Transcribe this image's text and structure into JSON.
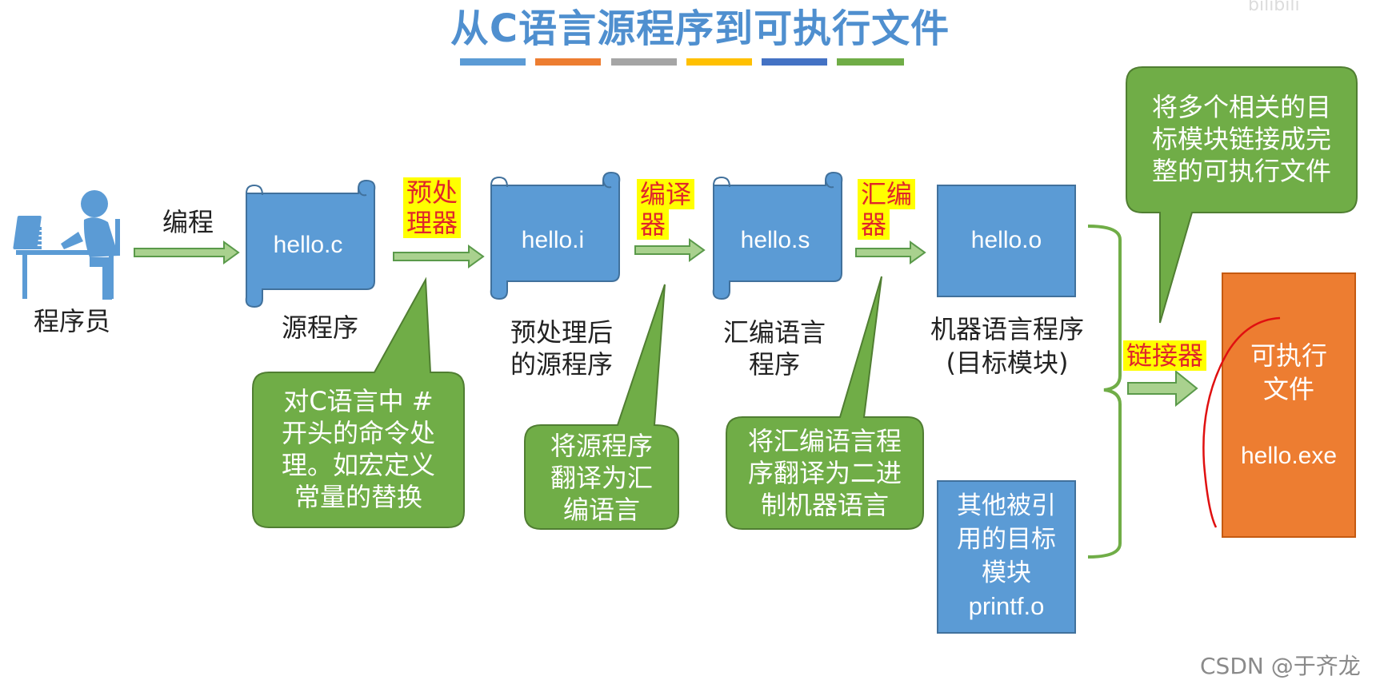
{
  "title": "从C语言源程序到可执行文件",
  "color_bar": [
    "#5b9bd5",
    "#ed7d31",
    "#a5a5a5",
    "#ffc000",
    "#4472c4",
    "#70ad47"
  ],
  "programmer": {
    "label": "程序员",
    "arrow_label": "编程"
  },
  "stages": [
    {
      "file": "hello.c",
      "caption": "源程序"
    },
    {
      "file": "hello.i",
      "caption_line1": "预处理后",
      "caption_line2": "的源程序"
    },
    {
      "file": "hello.s",
      "caption_line1": "汇编语言",
      "caption_line2": "程序"
    },
    {
      "file": "hello.o",
      "caption_line1": "机器语言程序",
      "caption_line2": "(目标模块)"
    }
  ],
  "tools": {
    "preprocessor_line1": "预处",
    "preprocessor_line2": "理器",
    "compiler_line1": "编译",
    "compiler_line2": "器",
    "assembler_line1": "汇编",
    "assembler_line2": "器",
    "linker": "链接器"
  },
  "callouts": {
    "preprocess": [
      "对C语言中 #",
      "开头的命令处",
      "理。如宏定义",
      "常量的替换"
    ],
    "compile": [
      "将源程序",
      "翻译为汇",
      "编语言"
    ],
    "assemble": [
      "将汇编语言程",
      "序翻译为二进",
      "制机器语言"
    ],
    "link": [
      "将多个相关的目",
      "标模块链接成完",
      "整的可执行文件"
    ]
  },
  "other_module": [
    "其他被引",
    "用的目标",
    "模块",
    "printf.o"
  ],
  "executable": {
    "line1": "可执行",
    "line2": "文件",
    "file": "hello.exe"
  },
  "watermark": "CSDN @于齐龙",
  "corner_text": "bilibili",
  "colors": {
    "blue": "#5b9bd5",
    "blue_border": "#41719c",
    "green": "#70ad47",
    "green_border": "#507e32",
    "orange": "#ed7d31",
    "arrow_fill": "#a9d18e",
    "arrow_stroke": "#5a9a4a"
  }
}
